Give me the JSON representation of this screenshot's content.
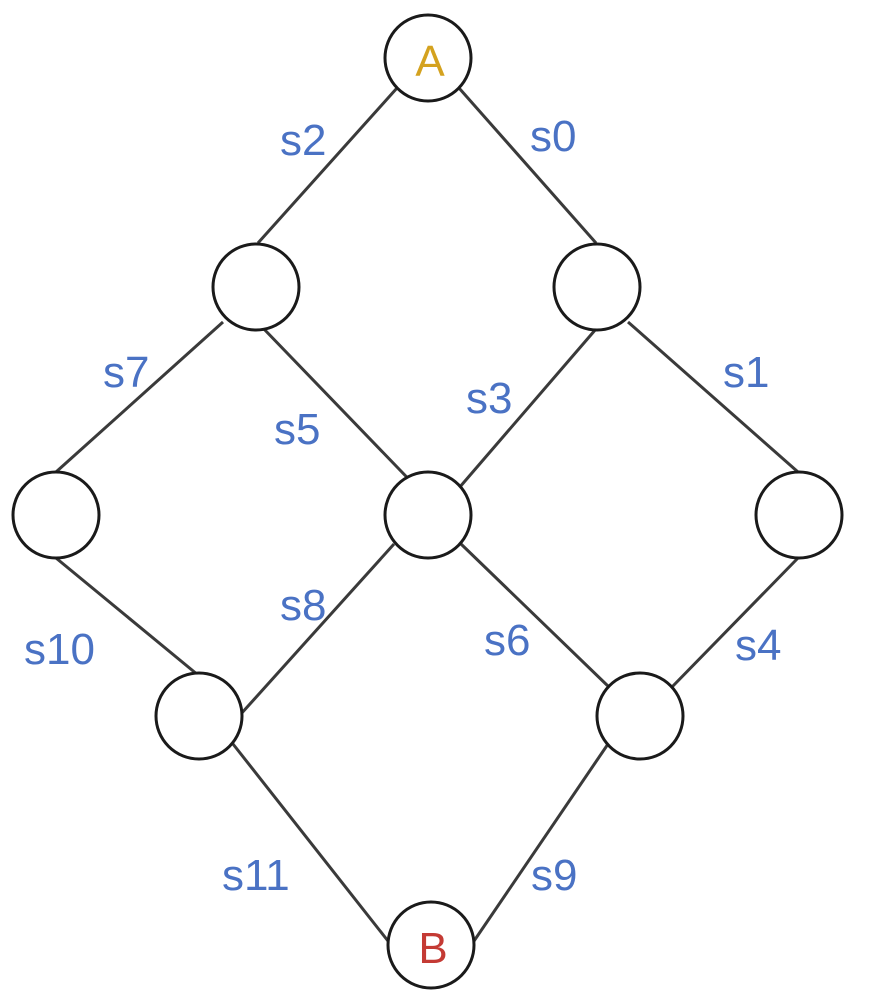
{
  "colors": {
    "edge_label": "#4a72c4",
    "start_label": "#d4a21f",
    "end_label": "#c43a34",
    "node_stroke": "#1a1a1a",
    "edge_stroke": "#3a3a3a"
  },
  "nodes": {
    "A": "A",
    "B": "B"
  },
  "edges": {
    "s0": "s0",
    "s1": "s1",
    "s2": "s2",
    "s3": "s3",
    "s4": "s4",
    "s5": "s5",
    "s6": "s6",
    "s7": "s7",
    "s8": "s8",
    "s9": "s9",
    "s10": "s10",
    "s11": "s11"
  }
}
